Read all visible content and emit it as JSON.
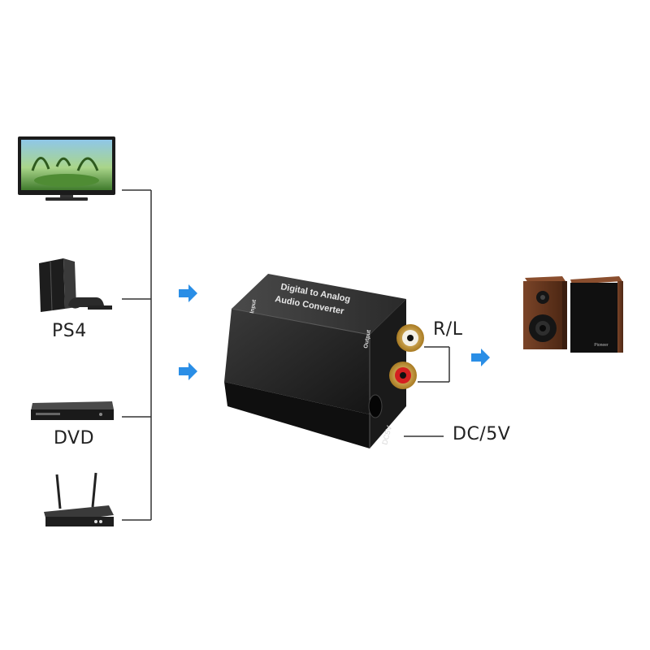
{
  "devices": {
    "ps4_label": "PS4",
    "dvd_label": "DVD"
  },
  "converter": {
    "title_line1": "Digital to Analog",
    "title_line2": "Audio Converter",
    "input_port_label": "Input",
    "output_port_label": "Output",
    "dc_port_label": "DC5V",
    "speaker_brand": "Pioneer"
  },
  "callouts": {
    "rl_label": "R/L",
    "dc_label": "DC/5V"
  },
  "colors": {
    "arrow": "#2a8ee6",
    "line": "#333333",
    "device_body": "#2b2b2b",
    "rca_red": "#d42020",
    "rca_gold": "#c89a3c",
    "speaker_wood": "#6b3a22"
  }
}
